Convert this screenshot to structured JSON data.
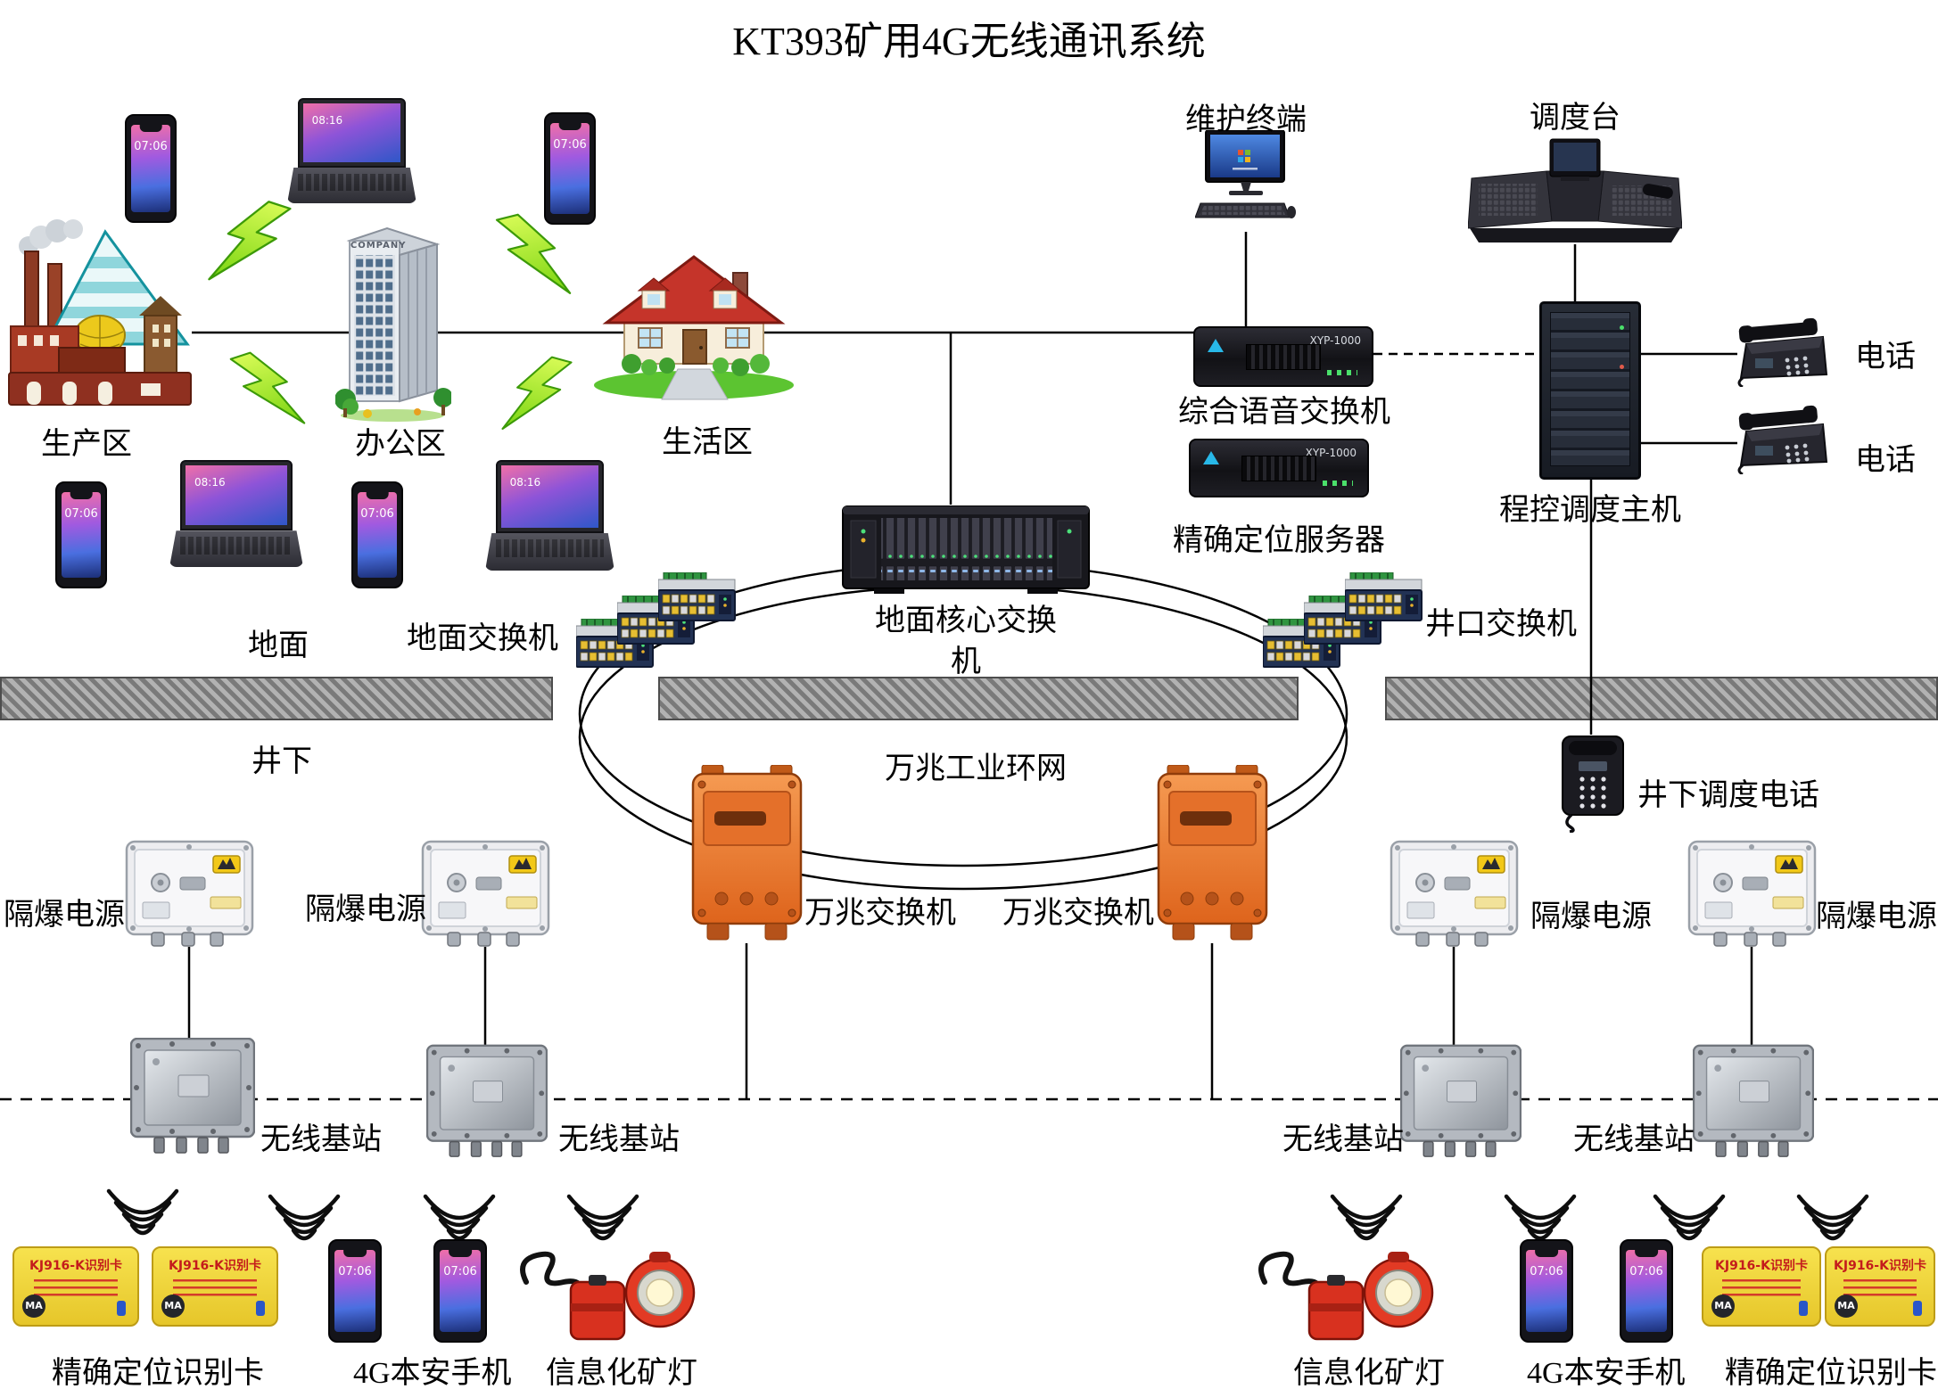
{
  "title": "KT393矿用4G无线通讯系统",
  "colors": {
    "lightning": "#8ad414",
    "mine_orange": "#ee7a2d",
    "card_yellow": "#f2d63c",
    "roof_red": "#c5342a",
    "lamp_red": "#d8311f",
    "bar_gray": "#9a9a9a",
    "line_black": "#000000",
    "screen_pink": "#f06fa8",
    "screen_blue": "#2f57c8"
  },
  "surface": {
    "production_area": "生产区",
    "office_area": "办公区",
    "living_area": "生活区",
    "ground": "地面",
    "underground": "井下",
    "surface_switch": "地面交换机",
    "core_switch": "地面核心交换机",
    "wellhead_switch": "井口交换机",
    "maintenance_terminal": "维护终端",
    "dispatch_console": "调度台",
    "voice_switch": "综合语音交换机",
    "positioning_server": "精确定位服务器",
    "dispatch_host": "程控调度主机",
    "telephone": "电话"
  },
  "ring": {
    "label": "万兆工业环网"
  },
  "underground_zone": {
    "gigabit_switch": "万兆交换机",
    "dispatch_phone": "井下调度电话",
    "flameproof_power": "隔爆电源",
    "base_station": "无线基站",
    "positioning_card": "精确定位识别卡",
    "safe_phone": "4G本安手机",
    "mine_lamp": "信息化矿灯"
  },
  "device_text": {
    "server_model": "XYP-1000",
    "card_title": "KJ916-K识别卡",
    "ma_mark": "MA",
    "phone_time": "07:06",
    "laptop_time": "08:16",
    "building_sign": "COMPANY"
  }
}
